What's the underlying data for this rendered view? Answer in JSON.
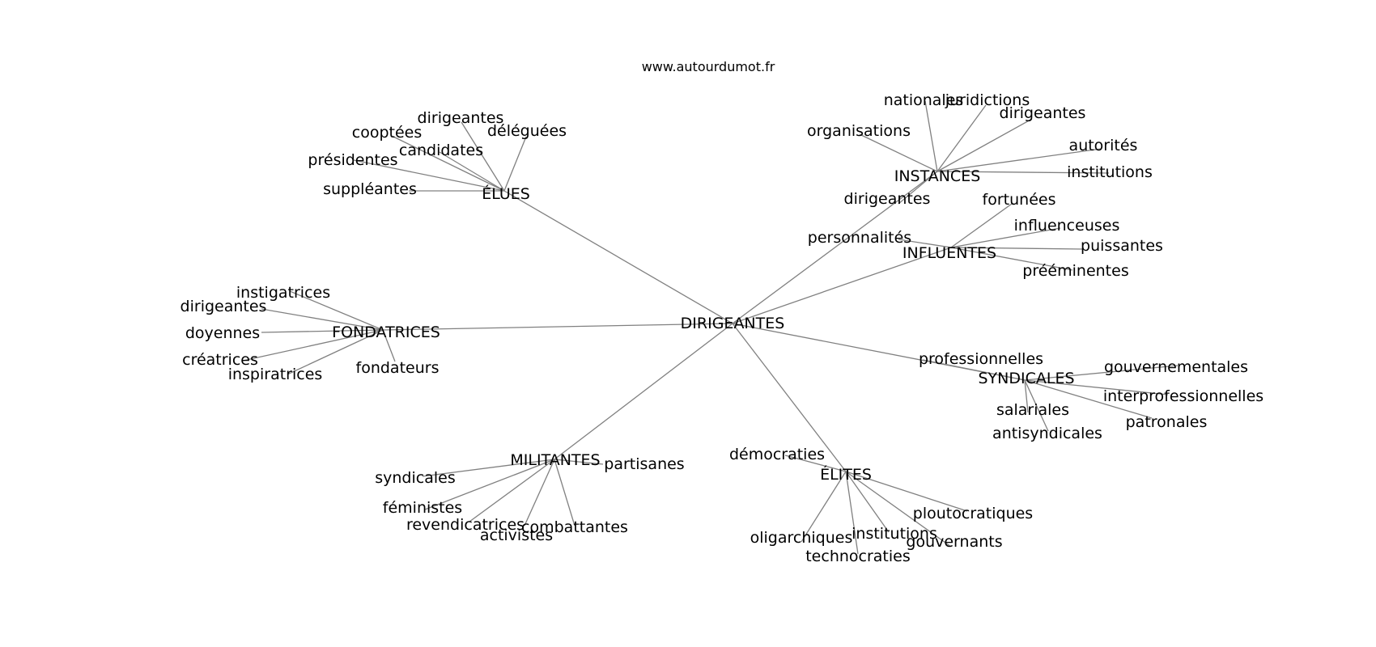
{
  "watermark": "www.autourdumot.fr",
  "center": "DIRIGEANTES",
  "groups": [
    {
      "key": "elues",
      "label": "ÉLUES",
      "leaves": [
        "dirigeantes",
        "déléguées",
        "cooptées",
        "candidates",
        "présidentes",
        "suppléantes"
      ]
    },
    {
      "key": "instances",
      "label": "INSTANCES",
      "leaves": [
        "nationales",
        "juridictions",
        "dirigeantes",
        "organisations",
        "autorités",
        "institutions",
        "dirigeantes"
      ]
    },
    {
      "key": "influentes",
      "label": "INFLUENTES",
      "leaves": [
        "fortunées",
        "influenceuses",
        "puissantes",
        "personnalités",
        "prééminentes"
      ]
    },
    {
      "key": "fondatrices",
      "label": "FONDATRICES",
      "leaves": [
        "instigatrices",
        "dirigeantes",
        "doyennes",
        "créatrices",
        "inspiratrices",
        "fondateurs"
      ]
    },
    {
      "key": "syndicales",
      "label": "SYNDICALES",
      "leaves": [
        "professionnelles",
        "gouvernementales",
        "interprofessionnelles",
        "salariales",
        "patronales",
        "antisyndicales"
      ]
    },
    {
      "key": "militantes",
      "label": "MILITANTES",
      "leaves": [
        "partisanes",
        "syndicales",
        "féministes",
        "revendicatrices",
        "combattantes",
        "activistes"
      ]
    },
    {
      "key": "elites",
      "label": "ÉLITES",
      "leaves": [
        "démocraties",
        "ploutocratiques",
        "oligarchiques",
        "institutions",
        "gouvernants",
        "technocraties"
      ]
    }
  ]
}
